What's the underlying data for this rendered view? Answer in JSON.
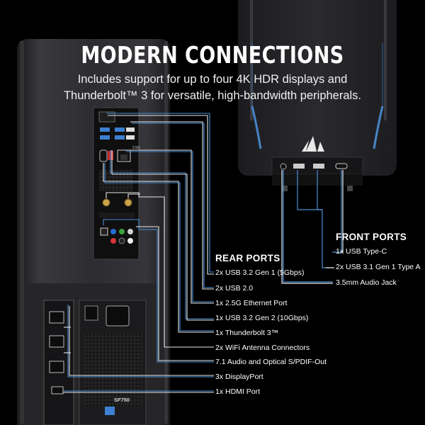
{
  "heading": {
    "title": "MODERN CONNECTIONS",
    "subtitle_line1": "Includes support for up to four 4K HDR displays and",
    "subtitle_line2": "Thunderbolt™ 3 for versatile, high-bandwidth peripherals."
  },
  "front_ports": {
    "heading": "FRONT PORTS",
    "items": [
      "1x USB Type-C",
      "2x USB 3.1 Gen 1 Type A",
      "3.5mm Audio Jack"
    ]
  },
  "rear_ports": {
    "heading": "REAR PORTS",
    "items": [
      "2x USB 3.2 Gen 1 (5Gbps)",
      "2x USB 2.0",
      "1x 2.5G Ethernet Port",
      "1x USB 3.2 Gen 2 (10Gbps)",
      "1x Thunderbolt 3™",
      "2x WiFi Antenna Connectors",
      "7.1 Audio and Optical S/PDIF-Out",
      "3x DisplayPort",
      "1x HDMI Port"
    ]
  },
  "device_labels": {
    "psu_model": "SF750",
    "lan_speed": "2.5G"
  },
  "colors": {
    "background": "#000000",
    "accent_blue": "#4a8fd8",
    "line_white": "#e8e8e8",
    "case_gray": "#2a2a2d",
    "case_light": "#3d3d41"
  },
  "icons": {
    "brand_logo": "sail-logo-icon"
  }
}
